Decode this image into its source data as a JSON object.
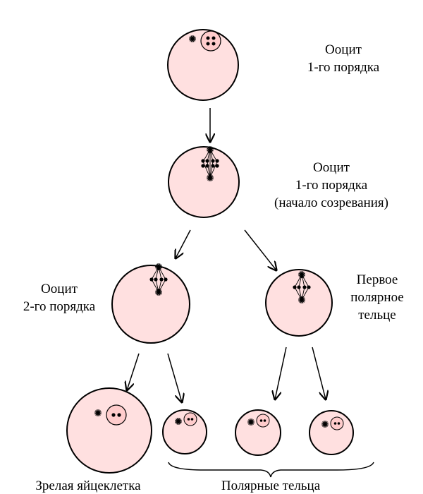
{
  "labels": {
    "oocyte1": [
      "Ооцит",
      "1-го порядка"
    ],
    "oocyte1_maturing": [
      "Ооцит",
      "1-го порядка",
      "(начало созревания)"
    ],
    "oocyte2": [
      "Ооцит",
      "2-го порядка"
    ],
    "first_polar_body": [
      "Первое",
      "полярное",
      "тельце"
    ],
    "mature_egg": "Зрелая яйцеклетка",
    "polar_bodies": "Полярные тельца"
  },
  "colors": {
    "cytoplasm": "#ffe0e0",
    "nucleus": "#ffcccc",
    "outline": "#000000"
  }
}
